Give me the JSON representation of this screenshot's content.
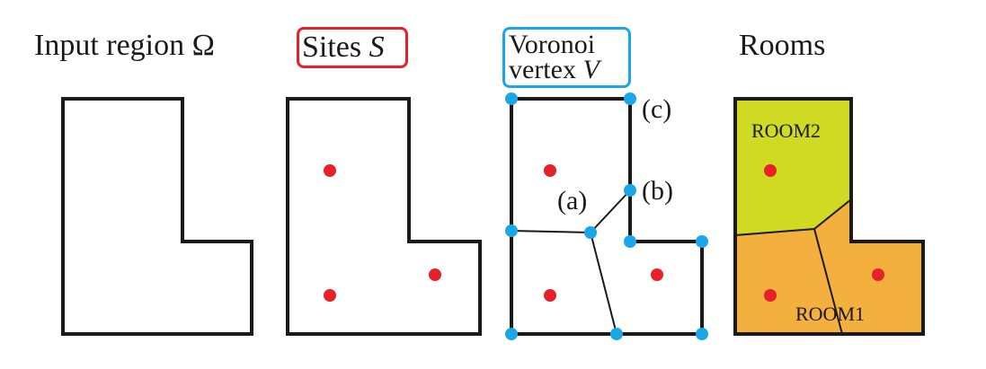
{
  "panels": {
    "input": {
      "title": "Input region",
      "symbol": "Ω"
    },
    "sites": {
      "title": "Sites",
      "symbol": "S"
    },
    "voronoi": {
      "title_line1": "Voronoi",
      "title_line2": "vertex",
      "symbol": "V"
    },
    "rooms": {
      "title": "Rooms"
    }
  },
  "labels": {
    "a": "(a)",
    "b": "(b)",
    "c": "(c)",
    "room1": "ROOM1",
    "room2": "ROOM2"
  },
  "colors": {
    "outline": "#1a1a1a",
    "site": "#e8202a",
    "vertex": "#1aa7e8",
    "sites_box": "#e8202a",
    "voronoi_box": "#1aa7e8",
    "room1_fill": "#f4b03e",
    "room2_fill": "#d1da22"
  }
}
